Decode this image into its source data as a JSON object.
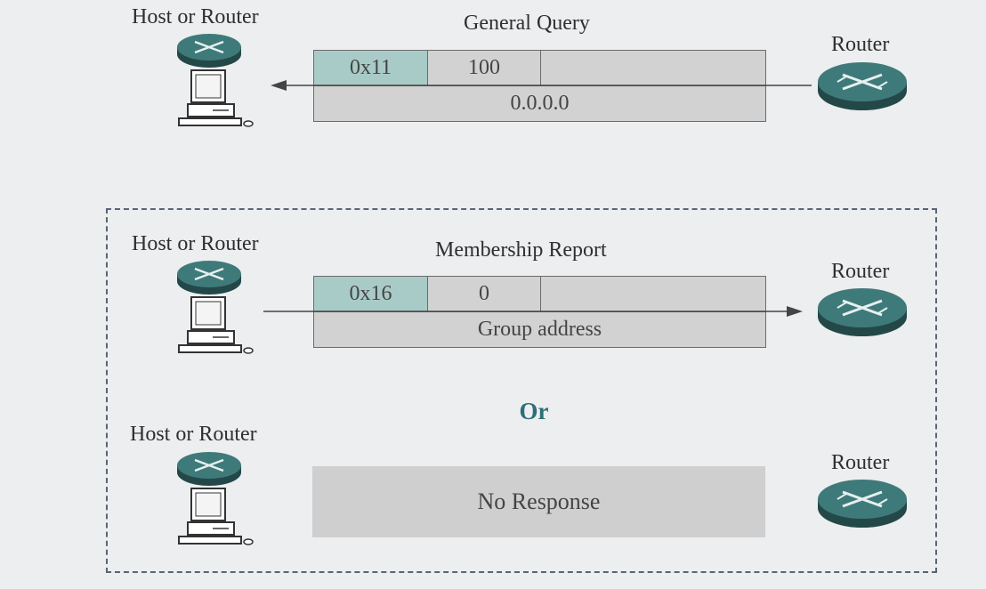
{
  "host_label": "Host or Router",
  "router_label": "Router",
  "general_query": {
    "title": "General Query",
    "type": "0x11",
    "max_resp": "100",
    "address": "0.0.0.0"
  },
  "membership_report": {
    "title": "Membership Report",
    "type": "0x16",
    "max_resp": "0",
    "address": "Group address"
  },
  "or_label": "Or",
  "no_response": "No Response",
  "colors": {
    "teal_field": "#a9cbc7",
    "router_body": "#3f7a7a",
    "dashed_border": "#5a6478",
    "or_text": "#2d6f78"
  }
}
